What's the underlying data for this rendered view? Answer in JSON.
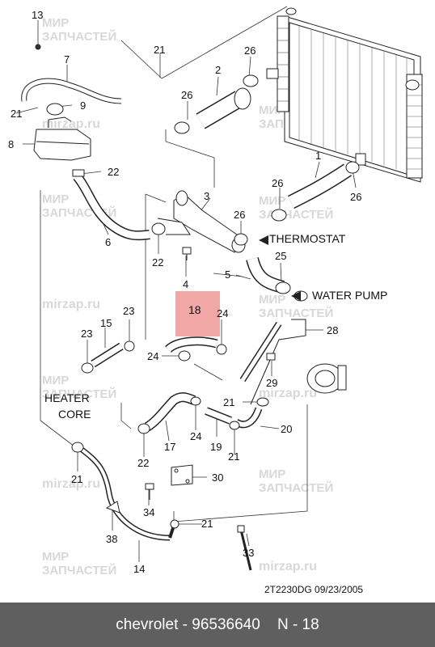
{
  "watermark": {
    "line1": "МИР",
    "line2": "ЗАПЧАСТЕЙ",
    "site": "mirzap.ru"
  },
  "notes": {
    "thermostat": "THERMOSTAT",
    "water_pump": "WATER PUMP",
    "heater_line1": "HEATER",
    "heater_line2": "CORE"
  },
  "labels": {
    "p13": "13",
    "p7": "7",
    "p21a": "21",
    "p9": "9",
    "p8": "8",
    "p22a": "22",
    "p6": "6",
    "p2": "2",
    "p26a": "26",
    "p26b": "26",
    "p3": "3",
    "p26c": "26",
    "p26d": "26",
    "p26e": "26",
    "p1": "1",
    "p22b": "22",
    "p4": "4",
    "p5": "5",
    "p25": "25",
    "p18": "18",
    "p24a": "24",
    "p24b": "24",
    "p23a": "23",
    "p23b": "23",
    "p15": "15",
    "p28": "28",
    "p29": "29",
    "p21b": "21",
    "p20": "20",
    "p21c": "21",
    "p19": "19",
    "p24c": "24",
    "p17": "17",
    "p22c": "22",
    "p21d": "21",
    "p30": "30",
    "p34": "34",
    "p38": "38",
    "p21e": "21",
    "p14": "14",
    "p33": "33",
    "p21f": "21"
  },
  "footer_code": "2T2230DG  09/23/2005",
  "bottom_bar": {
    "brand": "chevrolet",
    "part": "96536640",
    "ref": "N - 18"
  }
}
